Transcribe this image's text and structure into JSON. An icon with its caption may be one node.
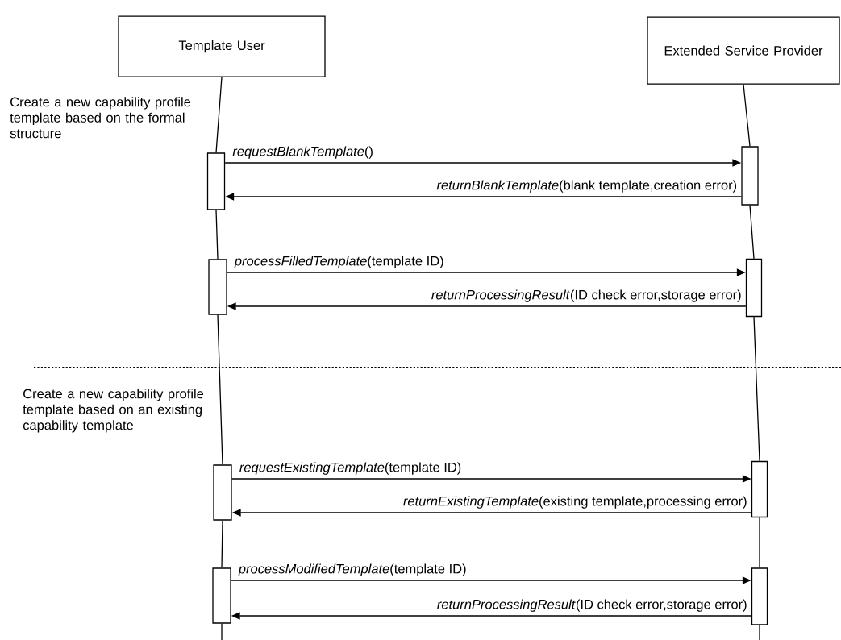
{
  "diagram": {
    "nodes": [
      {
        "text": [
          "Template User"
        ]
      },
      {
        "text": [
          "Extended Service Provider"
        ]
      },
      {
        "text": [],
        "shape": "bar"
      },
      {
        "text": [],
        "shape": "bar"
      },
      {
        "text": [],
        "shape": "bar"
      },
      {
        "text": [],
        "shape": "bar"
      },
      {
        "text": [],
        "shape": "bar"
      },
      {
        "text": [],
        "shape": "bar"
      },
      {
        "text": [],
        "shape": "bar"
      },
      {
        "text": [],
        "shape": "bar"
      }
    ],
    "edges": [
      {
        "from": 0,
        "to": 2,
        "arrow": "none"
      },
      {
        "from": 2,
        "to": 4,
        "arrow": "none"
      },
      {
        "from": 4,
        "to": 6,
        "arrow": "none"
      },
      {
        "from": 6,
        "to": 8,
        "arrow": "none"
      },
      {
        "from": 8,
        "to": null,
        "arrow": "none"
      },
      {
        "from": 1,
        "to": 3,
        "arrow": "none"
      },
      {
        "from": 3,
        "to": 5,
        "arrow": "none"
      },
      {
        "from": 5,
        "to": 7,
        "arrow": "none"
      },
      {
        "from": 7,
        "to": 9,
        "arrow": "none"
      },
      {
        "from": 9,
        "to": null,
        "arrow": "none"
      },
      {
        "from": 2,
        "to": 3,
        "arrow": "to",
        "label": "*requestBlankTemplate*()"
      },
      {
        "from": 3,
        "to": 2,
        "arrow": "to",
        "label": "*returnBlankTemplate*(blank template,creation error)"
      },
      {
        "from": 4,
        "to": 5,
        "arrow": "to",
        "label": "*processFilledTemplate*(template ID)"
      },
      {
        "from": 5,
        "to": 4,
        "arrow": "to",
        "label": "*returnProcessingResult*(ID check error,storage error)"
      },
      {
        "from": 6,
        "to": 7,
        "arrow": "to",
        "label": "*requestExistingTemplate*(template ID)"
      },
      {
        "from": 7,
        "to": 6,
        "arrow": "to",
        "label": "*returnExistingTemplate*(existing template,processing error)"
      },
      {
        "from": 8,
        "to": 9,
        "arrow": "to",
        "label": "*processModifiedTemplate*(template ID)"
      },
      {
        "from": 9,
        "to": 8,
        "arrow": "to",
        "label": "*returnProcessingResult*(ID check error,storage error)"
      }
    ],
    "labels": [
      "Create a new capability profile template based on the formal structure",
      "Create a new capability profile template based on an existing capability template"
    ]
  }
}
